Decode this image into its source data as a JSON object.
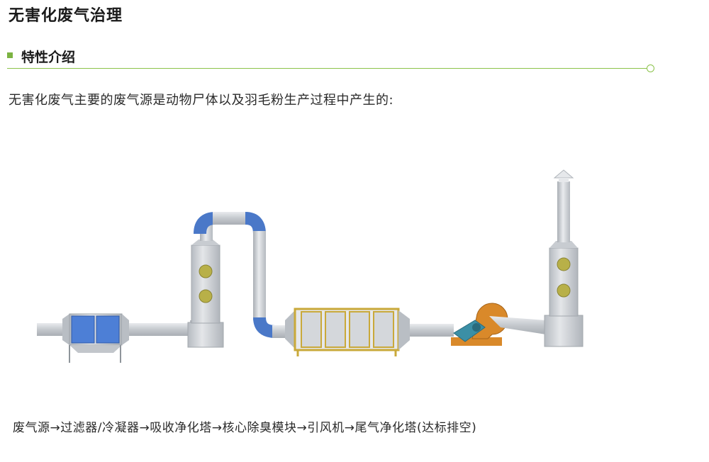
{
  "header": {
    "title": "无害化废气治理"
  },
  "section": {
    "label": "特性介绍"
  },
  "intro": {
    "text": "无害化废气主要的废气源是动物尸体以及羽毛粉生产过程中产生的:"
  },
  "diagram": {
    "components": [
      "filter-unit",
      "absorption-tower",
      "deodorization-module",
      "induced-draft-fan",
      "exhaust-tower"
    ],
    "colors": {
      "pipe": "#c9cdd2",
      "tower": "#d3d6da",
      "bend": "#4a78c8",
      "filter_panel": "#4d7fd6",
      "window": "#b8b048",
      "frame": "#c9a93a",
      "fan_body": "#d9892a",
      "fan_housing": "#3b8fa6"
    }
  },
  "flow": {
    "caption": "废气源→过滤器/冷凝器→吸收净化塔→核心除臭模块→引风机→尾气净化塔(达标排空)"
  }
}
